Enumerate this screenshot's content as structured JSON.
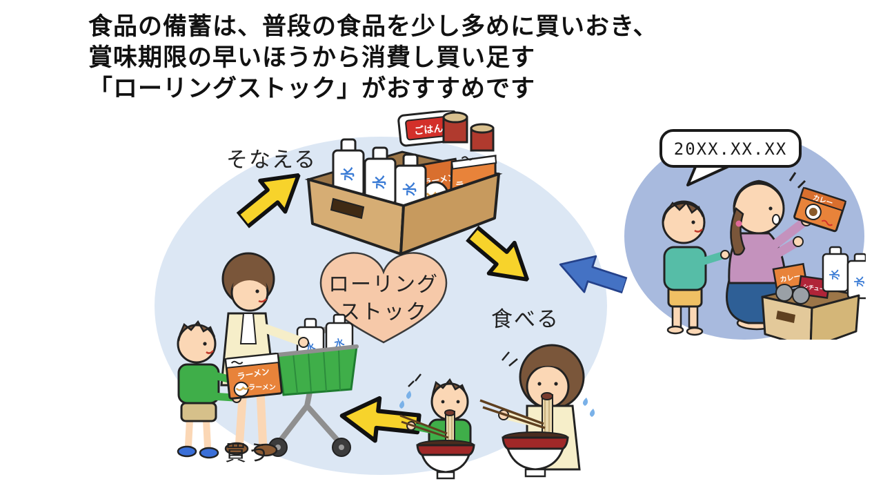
{
  "title": {
    "line1": "食品の備蓄は、普段の食品を少し多めに買いおき、",
    "line2": "賞味期限の早いほうから消費し買い足す",
    "line3": "「ローリングストック」がおすすめです"
  },
  "cycle": {
    "stock_label": "そなえる",
    "eat_label": "食べる",
    "buy_label": "買う",
    "heart_line1": "ローリング",
    "heart_line2": "ストック"
  },
  "date_bubble": "20XX.XX.XX",
  "products": {
    "water": "水",
    "rice": "ごはん",
    "ramen": "ラーメン",
    "curry": "カレー",
    "stew": "シチュー"
  },
  "colors": {
    "ellipse_bg": "#dce7f4",
    "circle_bg": "#a8bade",
    "heart_fill": "#f6c9a9",
    "yellow_arrow": "#f7d32b",
    "blue_arrow": "#4472c4"
  }
}
